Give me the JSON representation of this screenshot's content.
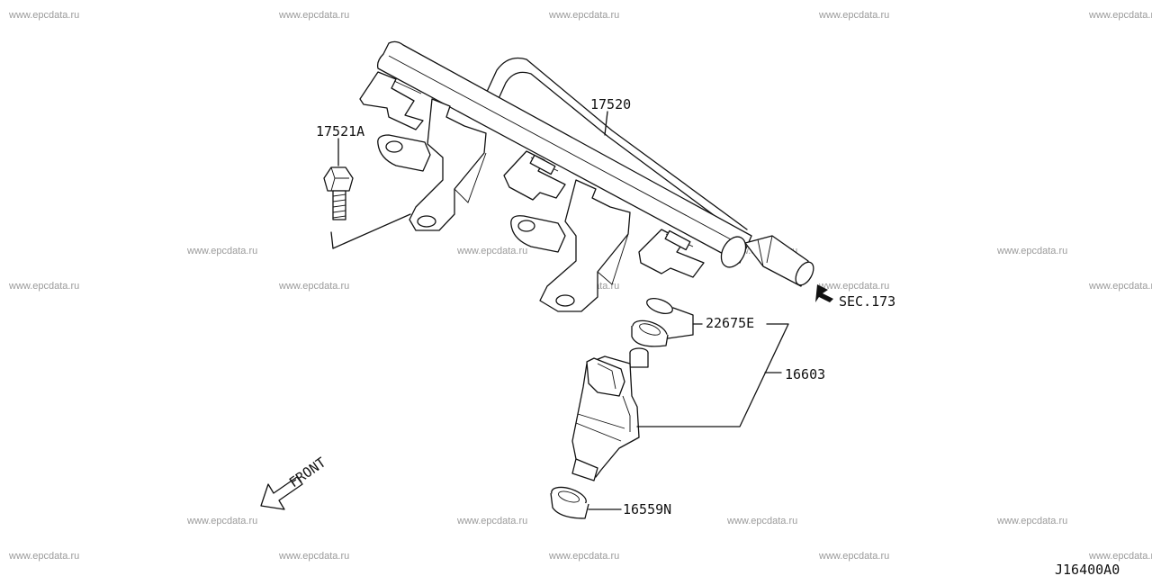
{
  "watermark_text": "www.epcdata.ru",
  "callouts": {
    "fuel_tube": "17520",
    "bolt": "17521A",
    "o_ring_set": "22675E",
    "injector": "16603",
    "insulator": "16559N",
    "section_ref": "SEC.173"
  },
  "front_label": "FRONT",
  "diagram_code": "J16400A0"
}
